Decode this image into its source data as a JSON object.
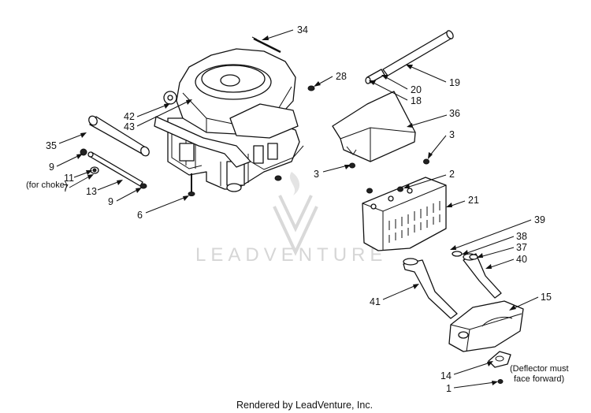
{
  "watermark": {
    "text": "LEADVENTURE"
  },
  "footer": {
    "text": "Rendered by LeadVenture, Inc."
  },
  "callouts": {
    "c34": "34",
    "c28": "28",
    "c19": "19",
    "c20": "20",
    "c18": "18",
    "c42": "42",
    "c43": "43",
    "c36": "36",
    "c35": "35",
    "c3a": "3",
    "c3b": "3",
    "c9a": "9",
    "c11": "11",
    "c7": "7",
    "c13": "13",
    "c9b": "9",
    "c2": "2",
    "c6": "6",
    "c21": "21",
    "c39": "39",
    "c38": "38",
    "c37": "37",
    "c40": "40",
    "c41": "41",
    "c15": "15",
    "c14": "14",
    "c1": "1"
  },
  "notes": {
    "choke": "(for choke)",
    "deflector_line1": "(Deflector must",
    "deflector_line2": "face forward)"
  }
}
